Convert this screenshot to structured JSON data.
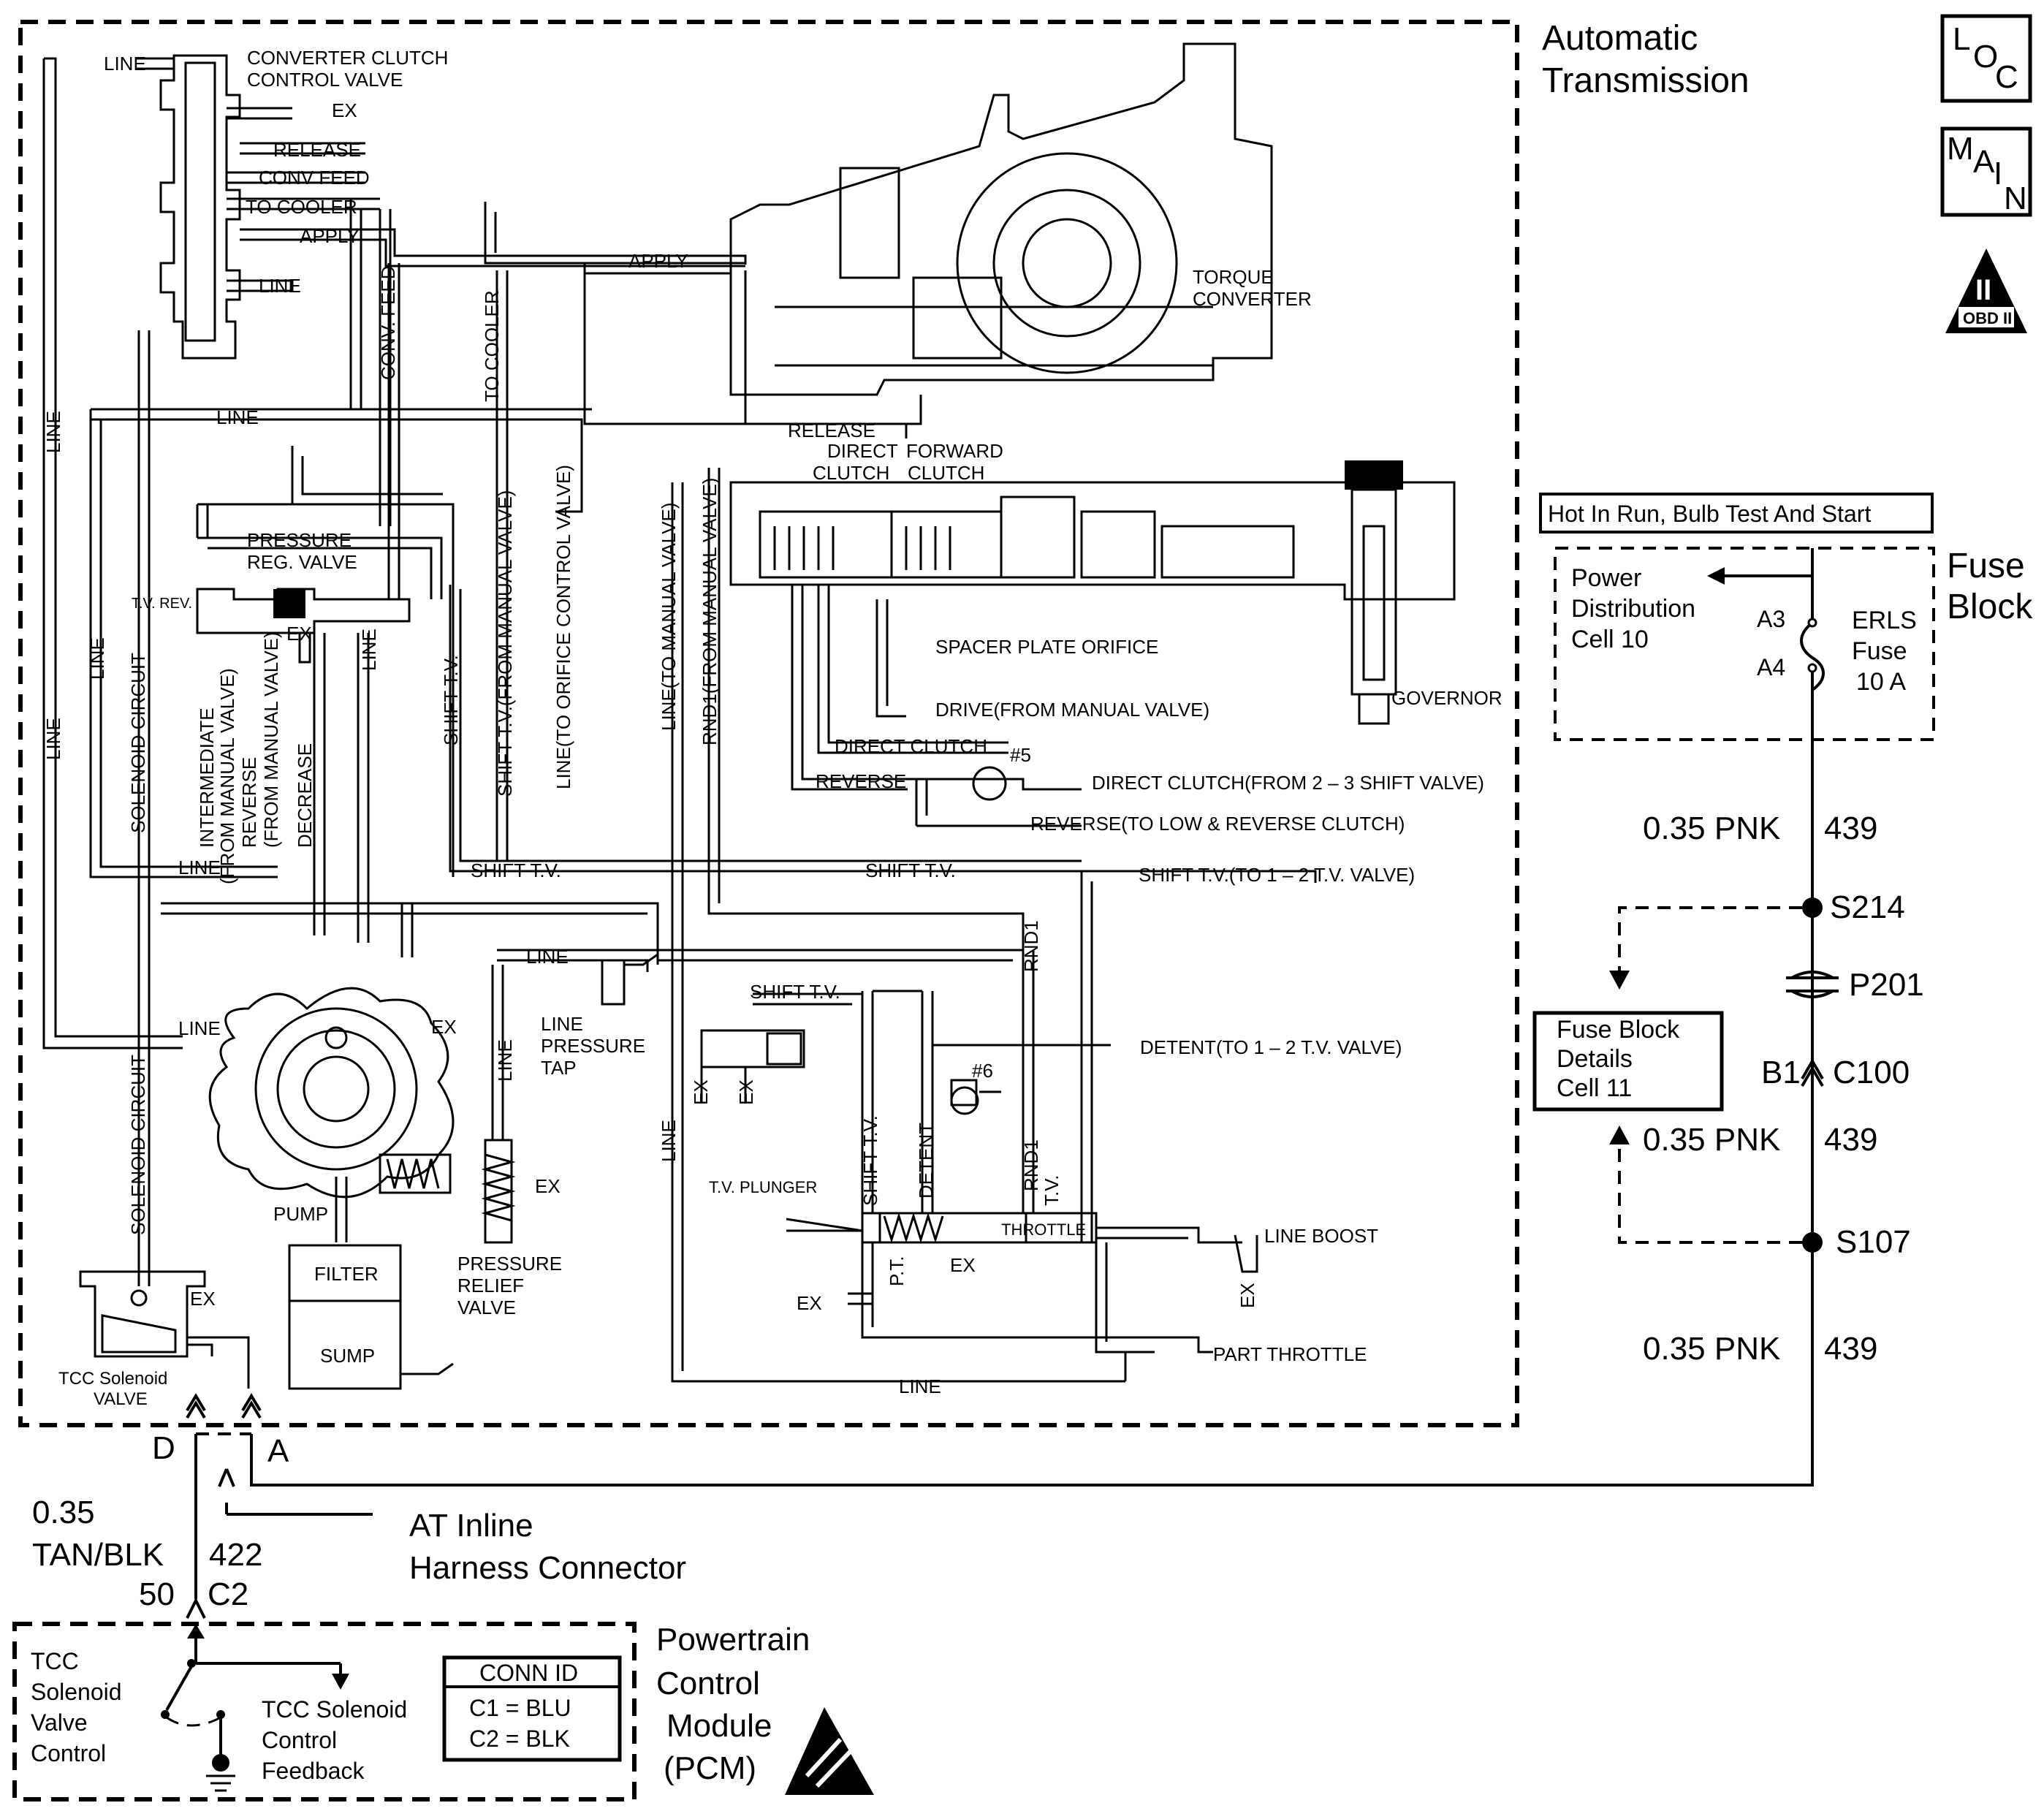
{
  "titles": {
    "transmission": [
      "Automatic",
      "Transmission"
    ],
    "fuse_block": [
      "Fuse",
      "Block"
    ],
    "pcm": [
      "Powertrain",
      "Control",
      "Module",
      "(PCM)"
    ],
    "inline_connector": [
      "AT Inline",
      "Harness Connector"
    ]
  },
  "badges": {
    "loc": [
      "L",
      "O",
      "C"
    ],
    "main": [
      "M",
      "A",
      "I",
      "N"
    ],
    "obd_numeral": "II",
    "obd_text": "OBD II"
  },
  "fuse": {
    "power_label": "Hot In Run, Bulb Test And Start",
    "distribution": [
      "Power",
      "Distribution",
      "Cell 10"
    ],
    "pin_a3": "A3",
    "pin_a4": "A4",
    "fuse_name": [
      "ERLS",
      "Fuse",
      "10 A"
    ]
  },
  "circuit": {
    "wire1": "0.35 PNK",
    "circ1": "439",
    "wire2": "0.35 PNK",
    "circ2": "439",
    "wire3": "0.35 PNK",
    "circ3": "439",
    "splice1": "S214",
    "connector_p": "P201",
    "conn_b1": "B1",
    "conn_c100": "C100",
    "splice2": "S107",
    "fuse_details": [
      "Fuse Block",
      "Details",
      "Cell 11"
    ]
  },
  "pcm_side": {
    "pin_d": "D",
    "pin_a": "A",
    "wire_size": "0.35",
    "wire_color": "TAN/BLK",
    "circuit_num": "422",
    "pin_num": "50",
    "pin_conn": "C2",
    "control": [
      "TCC",
      "Solenoid",
      "Valve",
      "Control"
    ],
    "feedback": [
      "TCC Solenoid",
      "Control",
      "Feedback"
    ],
    "conn_id_title": "CONN ID",
    "conn_id_c1": "C1 = BLU",
    "conn_id_c2": "C2 = BLK"
  },
  "hydraulic": {
    "converter_clutch_valve": [
      "CONVERTER CLUTCH",
      "CONTROL VALVE"
    ],
    "line_top": "LINE",
    "ex_top": "EX",
    "release": "RELEASE",
    "conv_feed": "CONV FEED",
    "to_cooler": "TO COOLER",
    "apply": "APPLY",
    "line_mid": "LINE",
    "apply_right": "APPLY",
    "release_bottom": "RELEASE",
    "torque_converter": [
      "TORQUE",
      "CONVERTER"
    ],
    "direct_clutch": [
      "DIRECT",
      "CLUTCH"
    ],
    "forward_clutch": [
      "FORWARD",
      "CLUTCH"
    ],
    "spacer_plate": "SPACER PLATE ORIFICE",
    "drive": "DRIVE(FROM MANUAL VALVE)",
    "governor": "GOVERNOR",
    "direct_clutch_lbl": "DIRECT CLUTCH",
    "check5": "#5",
    "reverse_lbl": "REVERSE",
    "direct_from_23": "DIRECT CLUTCH(FROM 2 – 3 SHIFT VALVE)",
    "reverse_to_low": "REVERSE(TO LOW & REVERSE CLUTCH)",
    "shift_tv_left": "SHIFT T.V.",
    "shift_tv_mid": "SHIFT T.V.",
    "shift_tv_right": "SHIFT T.V.(TO 1 – 2 T.V. VALVE)",
    "pressure_reg": [
      "PRESSURE",
      "REG. VALVE"
    ],
    "tv_rev": "T.V. REV.",
    "ex_reg": "EX",
    "line_left_vert": "LINE",
    "line_left_vert2": "LINE",
    "line_left_vert3": "LINE",
    "line_h1": "LINE",
    "line_h2": "LINE",
    "line_h3": "LINE",
    "line_h4": "LINE",
    "conv_feed_vert": "CONV. FEED",
    "to_cooler_vert": "TO COOLER",
    "shift_tv_manual": "SHIFT T.V.(FROM MANUAL VALVE)",
    "line_orifice": "LINE(TO ORIFICE CONTROL VALVE)",
    "shift_tv_vert": "SHIFT T.V.",
    "line_manual": "LINE(TO MANUAL VALVE)",
    "rnd1_manual": "RND1(FROM MANUAL VALVE)",
    "solenoid_circuit": "SOLENOID CIRCUIT",
    "solenoid_circuit2": "SOLENOID CIRCUIT",
    "intermediate": [
      "INTERMEDIATE",
      "(FROM MANUAL VALVE)",
      "REVERSE",
      "(FROM MANUAL VALVE)"
    ],
    "decrease": "DECREASE",
    "line_reg": "LINE",
    "rnd1_vert": "RND1",
    "line_pressure_tap": [
      "LINE",
      "PRESSURE",
      "TAP"
    ],
    "ex_pump": "EX",
    "pump": "PUMP",
    "filter": "FILTER",
    "sump": "SUMP",
    "pressure_relief": [
      "PRESSURE",
      "RELIEF",
      "VALVE"
    ],
    "ex_relief": "EX",
    "line_relief": "LINE",
    "shift_tv_small": "SHIFT T.V.",
    "ex_a": "EX",
    "ex_b": "EX",
    "detent_12": "DETENT(TO 1 – 2 T.V. VALVE)",
    "check6": "#6",
    "shift_tv_v2": "SHIFT T.V.",
    "detent_v": "DETENT",
    "rnd1_v2": "RND1",
    "tv_v": "T.V.",
    "line_v_bottom": "LINE",
    "tv_plunger": "T.V. PLUNGER",
    "throttle": "THROTTLE",
    "ex_c": "EX",
    "ex_d": "EX",
    "pt": "P.T.",
    "line_boost": "LINE BOOST",
    "ex_boost": "EX",
    "part_throttle": "PART THROTTLE",
    "line_bottom": "LINE",
    "tcc_solenoid": [
      "TCC Solenoid",
      "VALVE"
    ],
    "ex_sol": "EX"
  }
}
